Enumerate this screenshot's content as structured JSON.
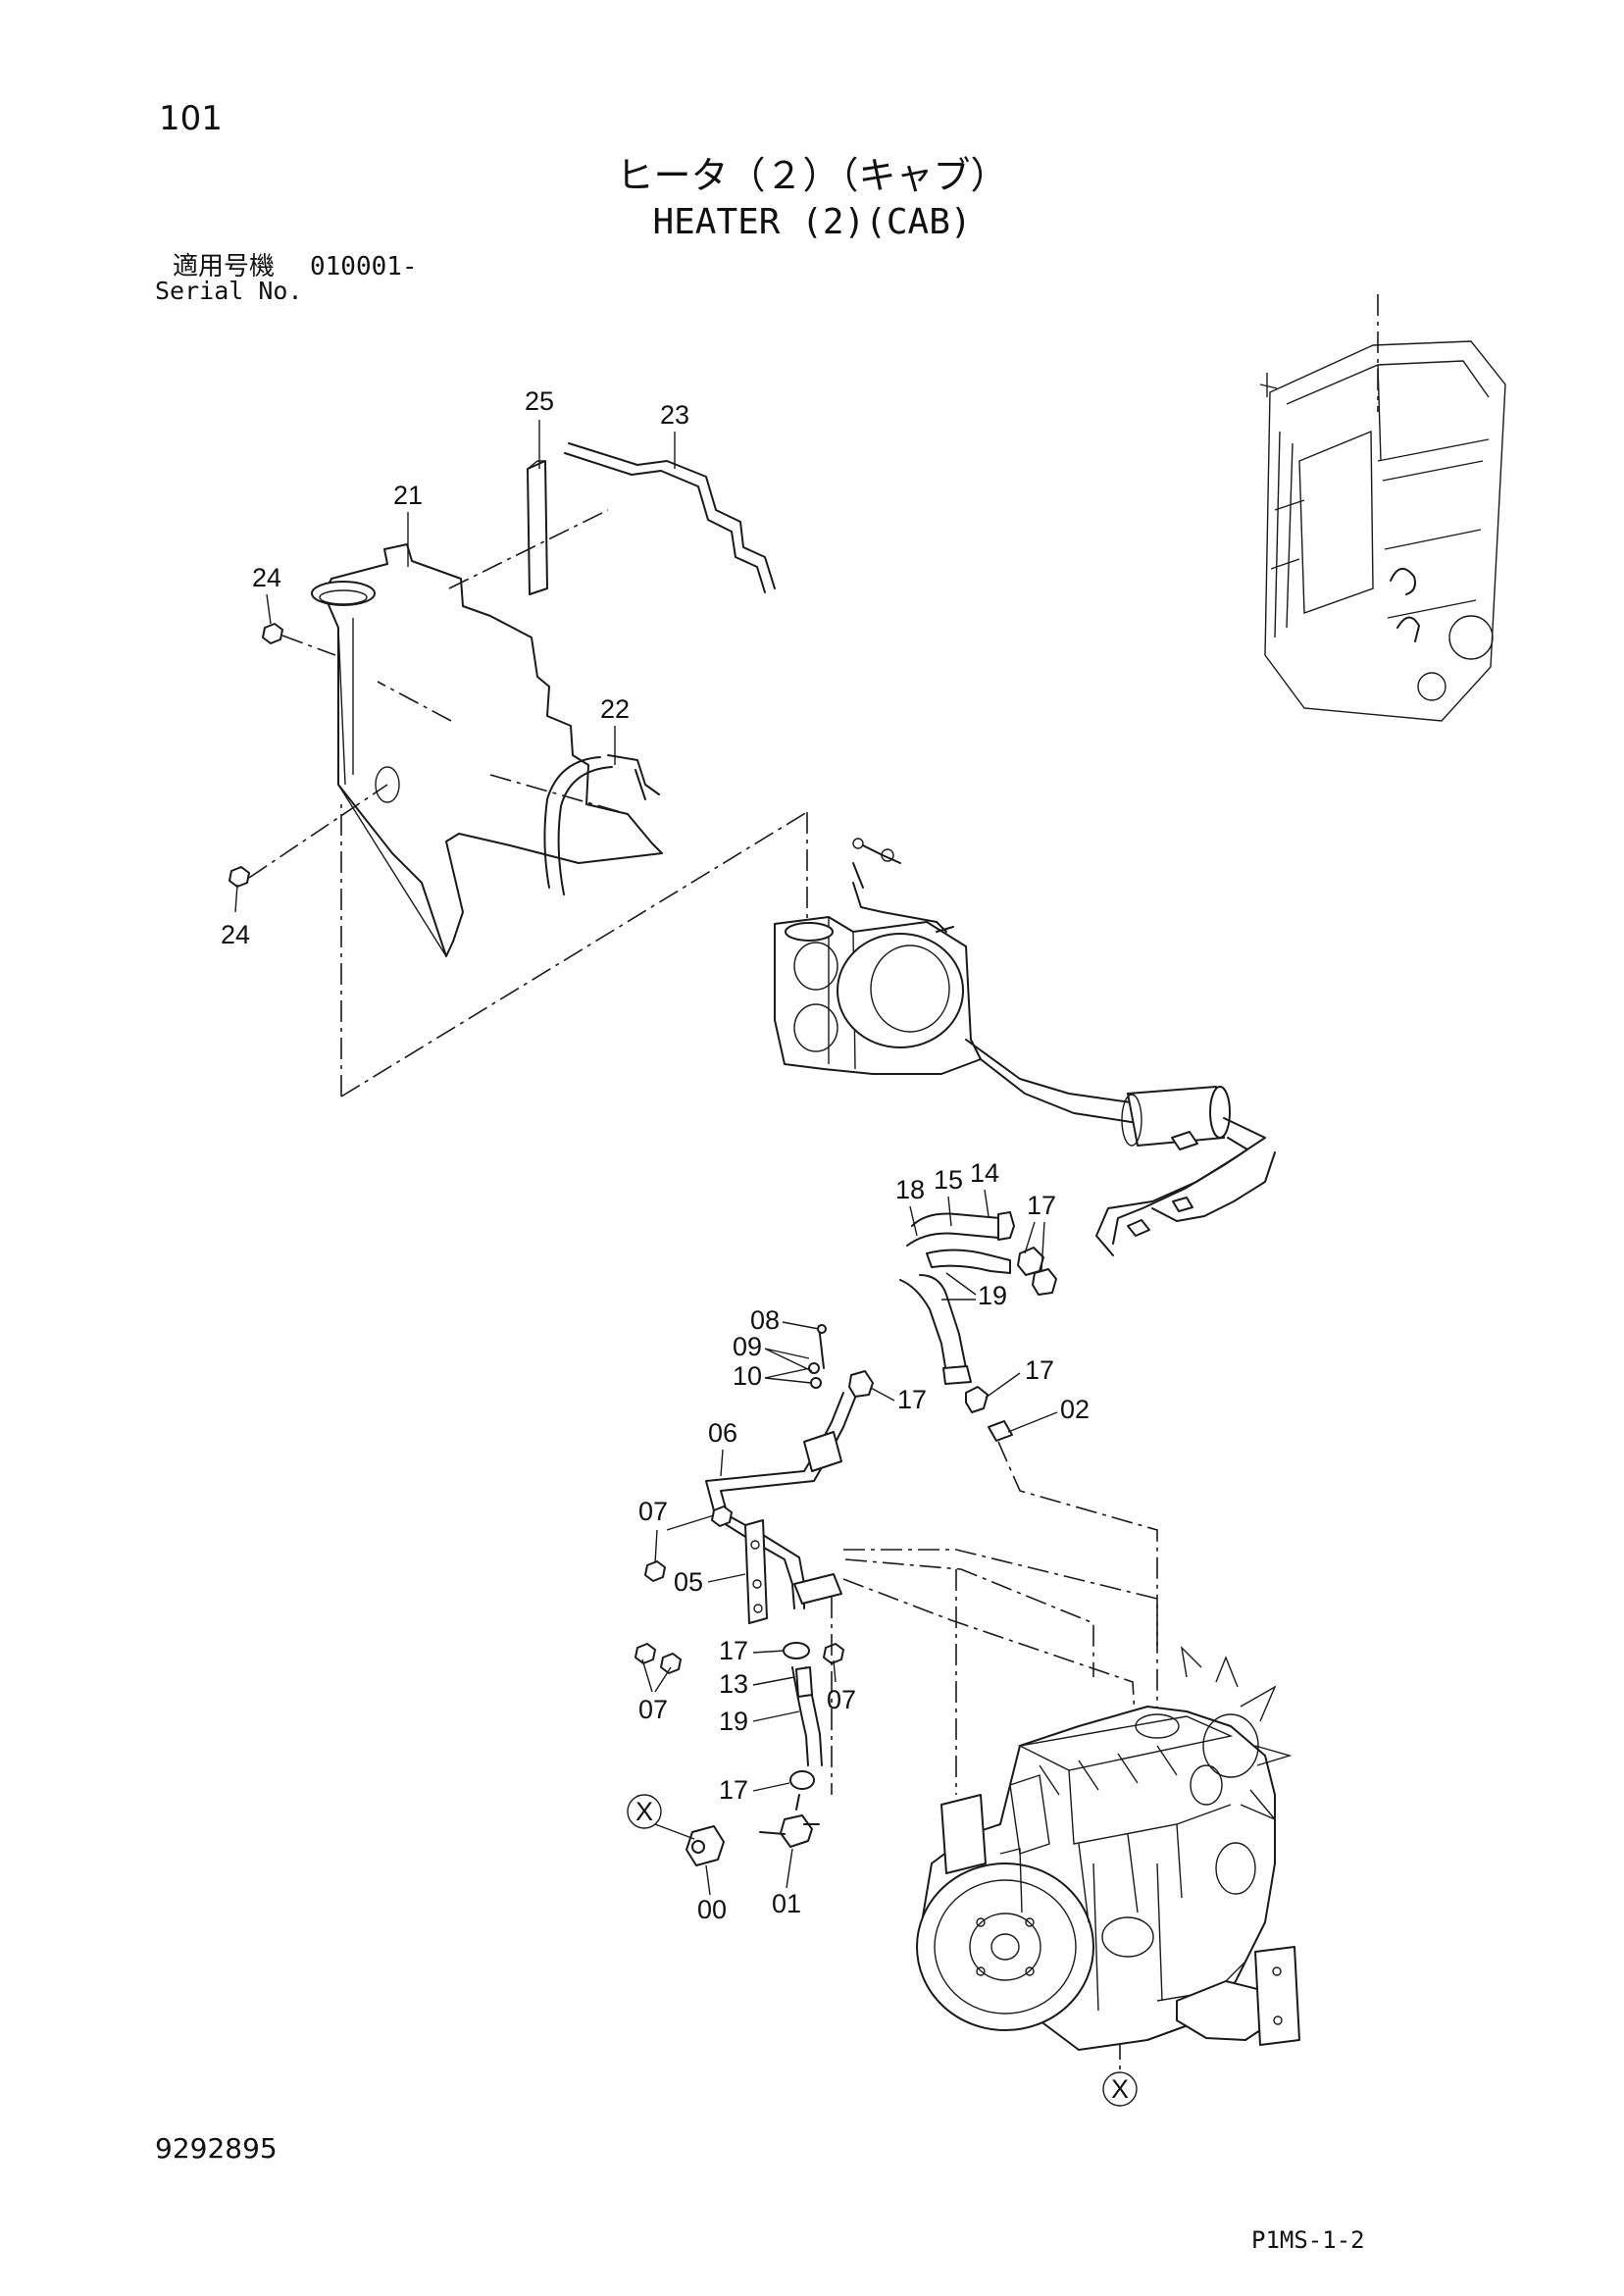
{
  "header": {
    "page_number": "101",
    "title_jp": "ヒータ（２）（キャブ）",
    "title_en": "HEATER (2)(CAB)",
    "serial_label_jp": "適用号機",
    "serial_value": "010001-",
    "serial_label_en": "Serial No."
  },
  "callouts": {
    "c00": "00",
    "c01": "01",
    "c02": "02",
    "c05": "05",
    "c06": "06",
    "c07a": "07",
    "c07b": "07",
    "c07c": "07",
    "c08": "08",
    "c09": "09",
    "c10": "10",
    "c13": "13",
    "c14": "14",
    "c15": "15",
    "c17a": "17",
    "c17b": "17",
    "c17c": "17",
    "c17d": "17",
    "c17e": "17",
    "c18": "18",
    "c19a": "19",
    "c19b": "19",
    "c21": "21",
    "c22": "22",
    "c23": "23",
    "c24a": "24",
    "c24b": "24",
    "c25": "25",
    "ref_x1": "X",
    "ref_x2": "X"
  },
  "footer": {
    "drawing_number": "9292895",
    "page_ref": "P1MS-1-2"
  }
}
